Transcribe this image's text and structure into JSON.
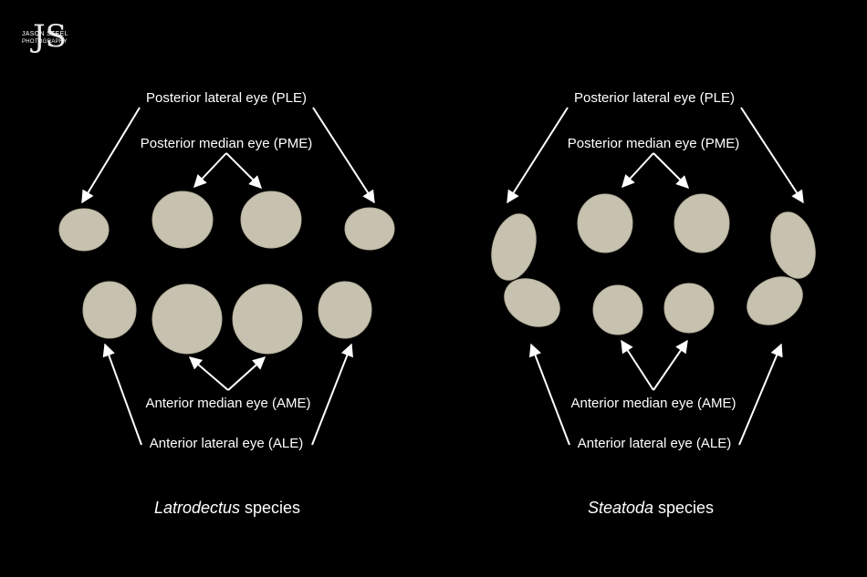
{
  "logo": {
    "monogram": "JS",
    "line1": "JASON STEEL",
    "line2": "PHOTOGRAPHY"
  },
  "colors": {
    "background": "#000000",
    "eye": "#c7c2b0",
    "eye_stroke": "#b6b09c",
    "text": "#ffffff"
  },
  "left": {
    "caption_genus": "Latrodectus",
    "caption_rest": " species",
    "labels": {
      "ple": "Posterior lateral eye (PLE)",
      "pme": "Posterior median eye (PME)",
      "ame": "Anterior median eye (AME)",
      "ale": "Anterior lateral eye (ALE)"
    }
  },
  "right": {
    "caption_genus": "Steatoda",
    "caption_rest": " species",
    "labels": {
      "ple": "Posterior lateral eye (PLE)",
      "pme": "Posterior median eye (PME)",
      "ame": "Anterior median eye (AME)",
      "ale": "Anterior lateral eye (ALE)"
    }
  }
}
